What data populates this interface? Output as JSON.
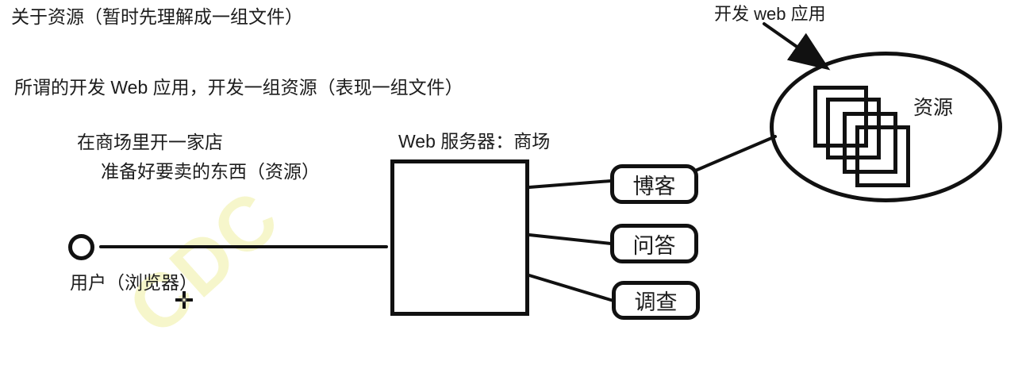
{
  "canvas": {
    "background": "#ffffff",
    "ink_color": "#111111",
    "text_color": "#1c1c1c"
  },
  "notes": {
    "title": "关于资源（暂时先理解成一组文件）",
    "subtitle": "所谓的开发 Web 应用，开发一组资源（表现一组文件）",
    "analogy_line1": "在商场里开一家店",
    "analogy_line2": "准备好要卖的东西（资源）"
  },
  "diagram": {
    "server_label": "Web 服务器：商场",
    "user_label": "用户（浏览器）",
    "dev_arrow_label": "开发 web 应用",
    "resources_label": "资源",
    "apps": [
      {
        "label": "博客"
      },
      {
        "label": "问答"
      },
      {
        "label": "调查"
      }
    ]
  },
  "watermark": {
    "text": "CDC",
    "color": "#f6f6cb"
  }
}
